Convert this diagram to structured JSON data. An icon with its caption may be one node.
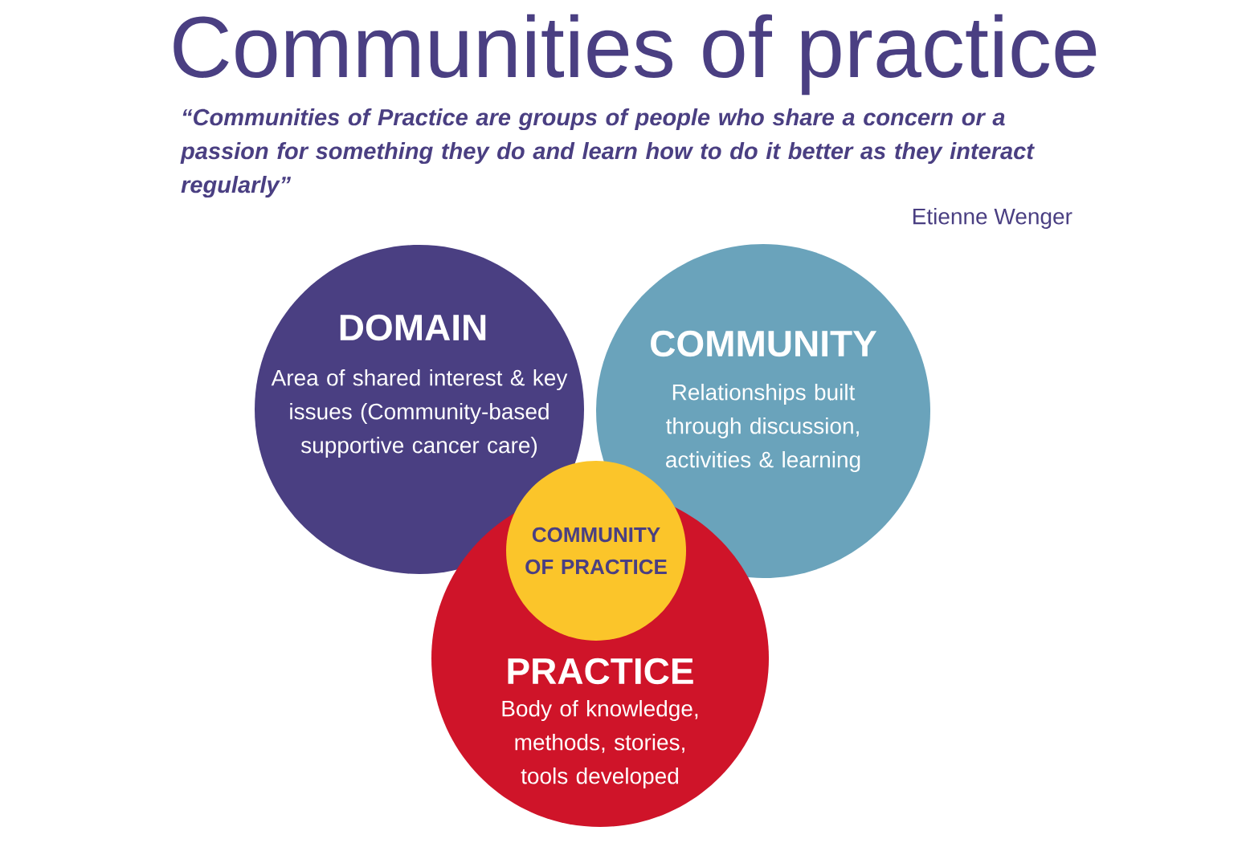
{
  "diagram": {
    "title": "Communities of practice",
    "nodes": [
      {
        "text": [
          "DOMAIN",
          "Area of shared interest & key issues (Community-based supportive cancer care)"
        ]
      },
      {
        "text": [
          "COMMUNITY",
          "Relationships built through discussion, activities & learning"
        ]
      },
      {
        "text": [
          "PRACTICE",
          "Body of knowledge, methods, stories, tools developed"
        ]
      },
      {
        "text": [
          "COMMUNITY OF PRACTICE"
        ]
      }
    ],
    "edges": [],
    "labels": [
      "“Communities of Practice are groups of people who share a concern or a passion for something they do and learn how to do it better as they interact regularly”",
      "Etienne Wenger"
    ]
  }
}
